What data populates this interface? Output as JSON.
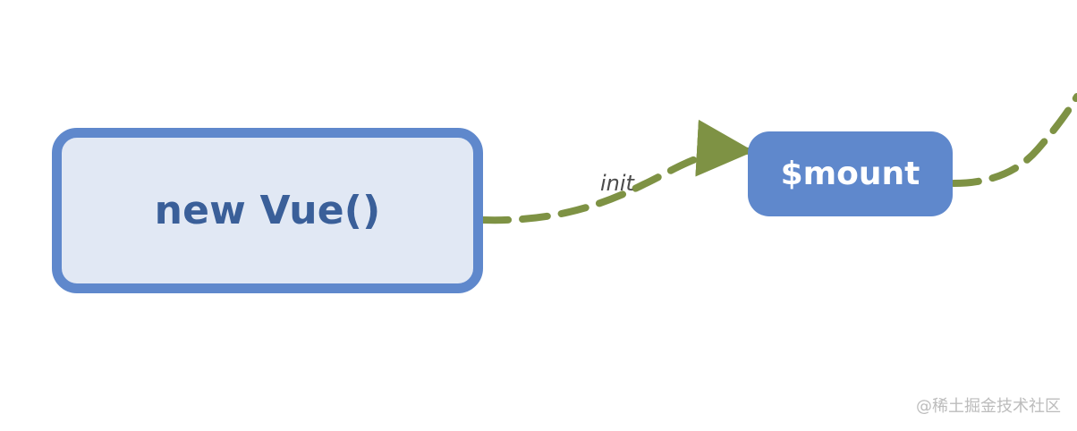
{
  "diagram": {
    "nodes": {
      "new_vue": "new Vue()",
      "mount": "$mount"
    },
    "edges": {
      "init_label": "init"
    }
  },
  "watermark": {
    "text": "@稀土掘金技术社区"
  },
  "colors": {
    "node_fill": "#e1e8f4",
    "node_border": "#5f88cc",
    "mount_fill": "#5f88cc",
    "arrow": "#7e9244",
    "text_dark": "#3a5f99",
    "text_light": "#ffffff",
    "watermark": "#bcbcbc"
  }
}
